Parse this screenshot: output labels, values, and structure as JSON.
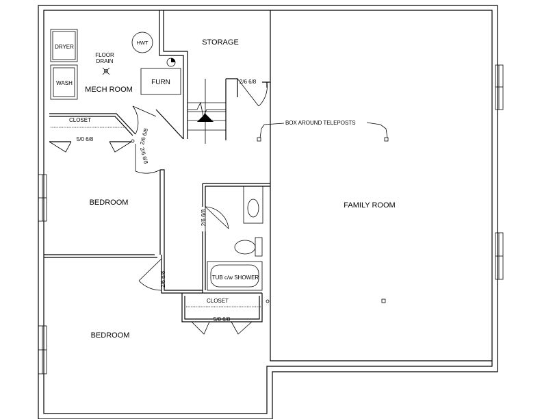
{
  "rooms": {
    "storage": "STORAGE",
    "mech_room": "MECH ROOM",
    "family_room": "FAMILY ROOM",
    "bedroom_1": "BEDROOM",
    "bedroom_2": "BEDROOM"
  },
  "fixtures": {
    "dryer": "DRYER",
    "wash": "WASH",
    "hwt": "HWT",
    "furn": "FURN",
    "floor_drain_1": "FLOOR",
    "floor_drain_2": "DRAIN",
    "tub": "TUB c/w SHOWER"
  },
  "closets": {
    "closet_1": "CLOSET",
    "closet_2": "CLOSET"
  },
  "doors": {
    "storage_door": "2/6 6/8",
    "mech_door": "2/6 6/8",
    "bedroom1_door": "2/6 6/8",
    "bath_door": "2/6 6/8",
    "bedroom2_door": "2/6 6/8",
    "closet1_door": "5/0 6/8",
    "closet2_door": "5/0 6/8"
  },
  "notes": {
    "teleposts": "BOX AROUND TELEPOSTS"
  }
}
